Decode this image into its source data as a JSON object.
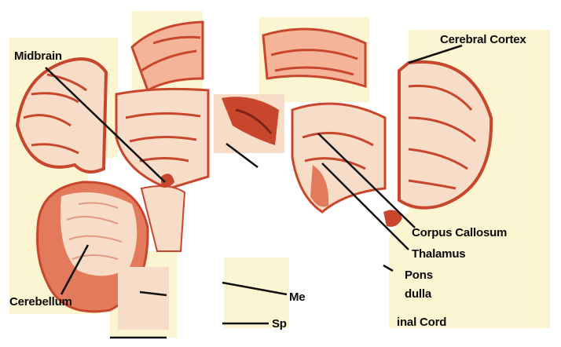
{
  "diagram": {
    "labels": {
      "midbrain": "Midbrain",
      "cerebral_cortex": "Cerebral Cortex",
      "corpus_callosum": "Corpus Callosum",
      "thalamus": "Thalamus",
      "pons": "Pons",
      "medulla": "dulla",
      "medulla_left_fragment": "Me",
      "spinal_left_fragment": "Sp",
      "spinal_cord": "inal Cord",
      "cerebellum": "Cerebellum"
    },
    "colors": {
      "paper": "#fcf5d2",
      "tissue_dark": "#c8472c",
      "tissue_mid": "#e47a5c",
      "tissue_light": "#f4b49a",
      "tissue_pale": "#f7dcc8",
      "line": "#101010"
    }
  }
}
